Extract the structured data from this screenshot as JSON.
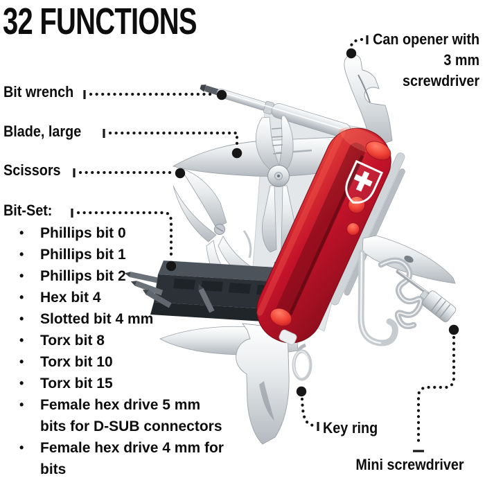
{
  "title": "32 FUNCTIONS",
  "labels": {
    "can_opener": {
      "full": "Can opener with 3 mm screwdriver",
      "lines": [
        "Can opener with",
        "3 mm",
        "screwdriver"
      ]
    },
    "bit_wrench": "Bit wrench",
    "blade_large": "Blade, large",
    "scissors": "Scissors",
    "bit_set": "Bit-Set:",
    "key_ring": "Key ring",
    "mini_screwdriver": "Mini screwdriver"
  },
  "bit_set_items": [
    "Phillips bit 0",
    "Phillips bit 1",
    "Phillips bit 2",
    "Hex bit 4",
    "Slotted bit 4 mm",
    "Torx bit 8",
    "Torx bit 10",
    "Torx bit 15",
    "Female hex drive 5 mm bits for D-SUB connectors",
    "Female hex drive 4 mm for bits"
  ],
  "bullet_glyph": "•",
  "colors": {
    "background": "#ffffff",
    "text": "#0d0d0d",
    "leader": "#161616",
    "handle_red": "#c4122a",
    "handle_red_dark": "#8a0e1c",
    "bump_red": "#ef3f33",
    "metal_light": "#f4f6f7",
    "metal_dark": "#9aa1a7",
    "bitset_dark": "#2c3137",
    "logo_white": "#ffffff"
  }
}
